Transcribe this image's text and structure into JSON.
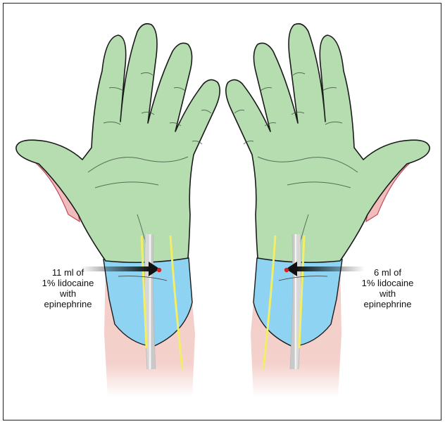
{
  "annotations": {
    "left": {
      "line1": "11 ml of",
      "line2": "1% lidocaine",
      "line3": "with",
      "line4": "epinephrine"
    },
    "right": {
      "line1": "6 ml of",
      "line2": "1% lidocaine",
      "line3": "with",
      "line4": "epinephrine"
    }
  },
  "colors": {
    "hand_fill": "#b5ddb0",
    "block_area": "#8fd3f2",
    "skin": "#f3ccc6",
    "nerve": "#f2ee66",
    "injection_point": "#d92020",
    "arrow": "#111111",
    "outline": "#1a1a1a"
  }
}
